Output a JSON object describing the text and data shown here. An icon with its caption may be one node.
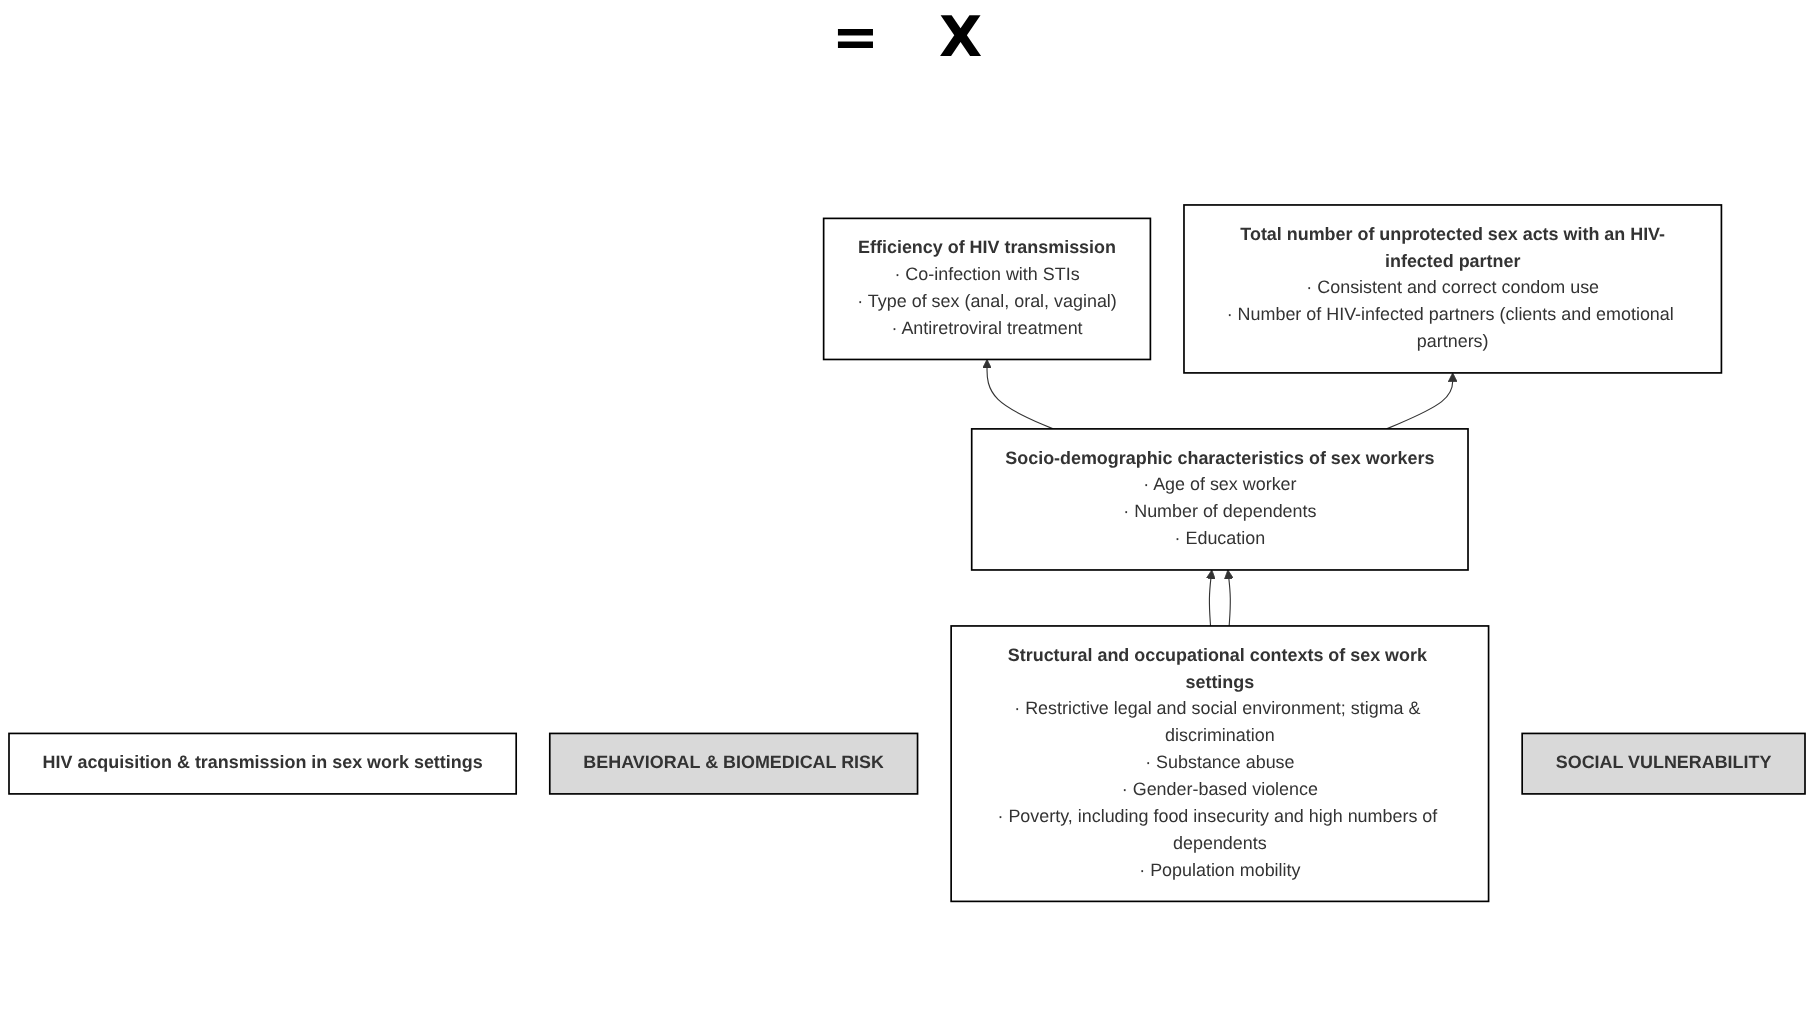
{
  "diagram": {
    "nodes": [
      {
        "text": [
          "HIV acquisition & transmission in sex work settings"
        ]
      },
      {
        "text": [
          "Efficiency of HIV transmission",
          "· Co-infection with STIs",
          "· Type of sex (anal, oral, vaginal)",
          "· Antiretroviral treatment"
        ]
      },
      {
        "text": [
          "Total number of unprotected sex acts with an HIV-infected partner",
          "· Consistent and correct condom use",
          "· Number of HIV-infected partners (clients and emotional partners)"
        ]
      },
      {
        "text": [
          "BEHAVIORAL & BIOMEDICAL RISK"
        ]
      },
      {
        "text": [
          "Socio-demographic characteristics of sex workers",
          "· Age of sex worker",
          "· Number of dependents",
          "· Education"
        ]
      },
      {
        "text": [
          "Structural and occupational contexts of sex work settings",
          "· Restrictive legal and social environment; stigma & discrimination",
          "· Substance abuse",
          "· Gender-based violence",
          "· Poverty, including food insecurity and high numbers of dependents",
          "· Population mobility"
        ]
      },
      {
        "text": [
          "SOCIAL VULNERABILITY"
        ]
      }
    ],
    "edges": [
      {
        "from": 4,
        "to": 1,
        "arrow": "to"
      },
      {
        "from": 4,
        "to": 2,
        "arrow": "to"
      },
      {
        "from": 5,
        "to": 4,
        "arrow": "to"
      },
      {
        "from": 5,
        "to": 4,
        "arrow": "to"
      }
    ],
    "labels": [
      "=",
      "X"
    ]
  }
}
